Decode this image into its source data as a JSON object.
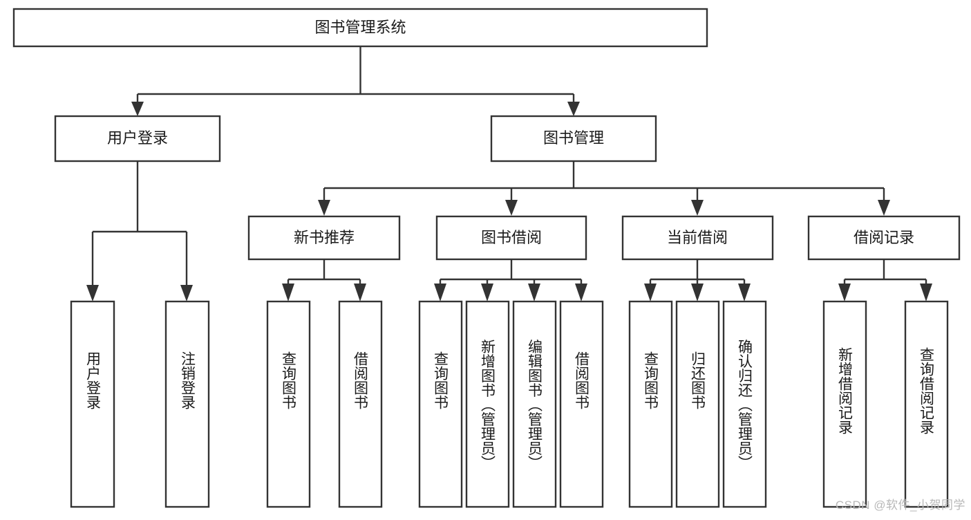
{
  "diagram": {
    "type": "tree-hierarchy",
    "title": "图书管理系统",
    "orientation": "top-down",
    "colors": {
      "box_stroke": "#333333",
      "box_fill": "#ffffff",
      "text": "#1a1a1a",
      "watermark": "#b8b8b8"
    },
    "levels": [
      {
        "level": 1,
        "nodes": [
          {
            "id": "root",
            "label": "图书管理系统",
            "orientation": "horizontal"
          }
        ]
      },
      {
        "level": 2,
        "nodes": [
          {
            "id": "login",
            "label": "用户登录",
            "orientation": "horizontal",
            "parent": "root"
          },
          {
            "id": "bookmgmt",
            "label": "图书管理",
            "orientation": "horizontal",
            "parent": "root"
          }
        ]
      },
      {
        "level": 3,
        "nodes": [
          {
            "id": "newbook",
            "label": "新书推荐",
            "orientation": "horizontal",
            "parent": "bookmgmt"
          },
          {
            "id": "borrow",
            "label": "图书借阅",
            "orientation": "horizontal",
            "parent": "bookmgmt"
          },
          {
            "id": "current",
            "label": "当前借阅",
            "orientation": "horizontal",
            "parent": "bookmgmt"
          },
          {
            "id": "records",
            "label": "借阅记录",
            "orientation": "horizontal",
            "parent": "bookmgmt"
          }
        ]
      },
      {
        "level": 4,
        "nodes": [
          {
            "id": "leaf-1",
            "label": "用户登录",
            "orientation": "vertical",
            "parent": "login"
          },
          {
            "id": "leaf-2",
            "label": "注销登录",
            "orientation": "vertical",
            "parent": "login"
          },
          {
            "id": "leaf-3",
            "label": "查询图书",
            "orientation": "vertical",
            "parent": "newbook"
          },
          {
            "id": "leaf-4",
            "label": "借阅图书",
            "orientation": "vertical",
            "parent": "newbook"
          },
          {
            "id": "leaf-5",
            "label": "查询图书",
            "orientation": "vertical",
            "parent": "borrow"
          },
          {
            "id": "leaf-6",
            "label": "新增图书（管理员）",
            "orientation": "vertical",
            "parent": "borrow"
          },
          {
            "id": "leaf-7",
            "label": "编辑图书（管理员）",
            "orientation": "vertical",
            "parent": "borrow"
          },
          {
            "id": "leaf-8",
            "label": "借阅图书",
            "orientation": "vertical",
            "parent": "borrow"
          },
          {
            "id": "leaf-9",
            "label": "查询图书",
            "orientation": "vertical",
            "parent": "current"
          },
          {
            "id": "leaf-10",
            "label": "归还图书",
            "orientation": "vertical",
            "parent": "current"
          },
          {
            "id": "leaf-11",
            "label": "确认归还（管理员）",
            "orientation": "vertical",
            "parent": "current"
          },
          {
            "id": "leaf-12",
            "label": "新增借阅记录",
            "orientation": "vertical",
            "parent": "records"
          },
          {
            "id": "leaf-13",
            "label": "查询借阅记录",
            "orientation": "vertical",
            "parent": "records"
          }
        ]
      }
    ]
  },
  "watermark": {
    "text": "CSDN @软件_小贺同学"
  }
}
